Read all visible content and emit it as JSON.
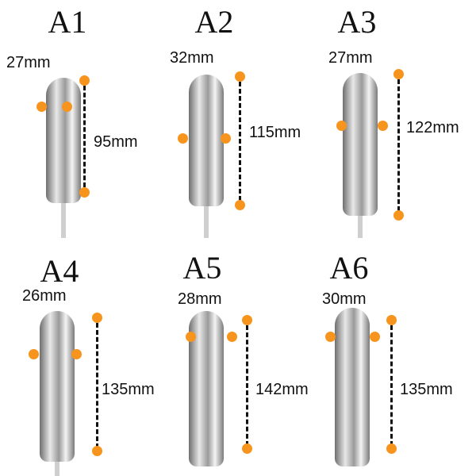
{
  "accent_color": "#f7941d",
  "products": [
    {
      "model": "A1",
      "width": "27mm",
      "length": "95mm"
    },
    {
      "model": "A2",
      "width": "32mm",
      "length": "115mm"
    },
    {
      "model": "A3",
      "width": "27mm",
      "length": "122mm"
    },
    {
      "model": "A4",
      "width": "26mm",
      "length": "135mm"
    },
    {
      "model": "A5",
      "width": "28mm",
      "length": "142mm"
    },
    {
      "model": "A6",
      "width": "30mm",
      "length": "135mm"
    }
  ]
}
